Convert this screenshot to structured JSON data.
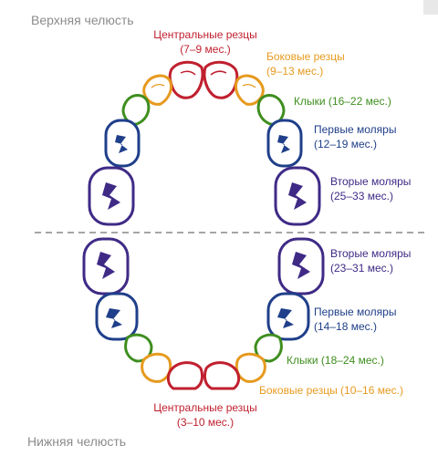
{
  "upper_jaw": {
    "title": "Верхняя челюсть",
    "labels": {
      "central": {
        "name": "Центральные резцы",
        "period": "(7–9 мес.)"
      },
      "lateral": {
        "name": "Боковые резцы",
        "period": "(9–13 мес.)"
      },
      "canine": {
        "name": "Клыки (16–22 мес.)"
      },
      "first_molar": {
        "name": "Первые моляры",
        "period": "(12–19 мес.)"
      },
      "second_molar": {
        "name": "Вторые моляры",
        "period": "(25–33 мес.)"
      }
    }
  },
  "lower_jaw": {
    "title": "Нижняя челюсть",
    "labels": {
      "second_molar": {
        "name": "Вторые моляры",
        "period": "(23–31 мес.)"
      },
      "first_molar": {
        "name": "Первые моляры",
        "period": "(14–18 мес.)"
      },
      "canine": {
        "name": "Клыки (18–24 мес.)"
      },
      "lateral": {
        "name": "Боковые резцы (10–16 мес.)"
      },
      "central": {
        "name": "Центральные резцы",
        "period": "(3–10 мес.)"
      }
    }
  },
  "colors": {
    "central": "#c0202f",
    "lateral": "#e69a1e",
    "canine": "#3f8e1f",
    "first_molar": "#1f3f8a",
    "second_molar": "#3f2a86",
    "divider": "#888888"
  }
}
